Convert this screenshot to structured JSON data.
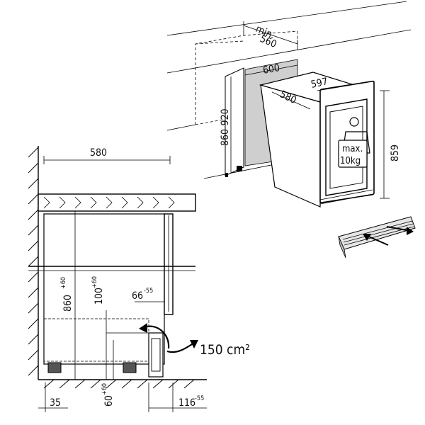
{
  "dimensions": {
    "min_label": "min.",
    "min_depth": "560",
    "niche_width": "600",
    "appliance_width": "597",
    "appliance_depth": "580",
    "niche_height": "860-920",
    "appliance_height": "859",
    "counter_depth": "580",
    "height_860": "860",
    "height_860_tol": "+60",
    "height_100": "100",
    "height_100_tol": "+60",
    "gap_66": "66",
    "gap_66_tol": "-55",
    "height_60": "60",
    "height_60_tol": "+60",
    "offset_35": "35",
    "offset_116": "116",
    "offset_116_tol": "-55",
    "vent_area": "150 cm²"
  },
  "weight_badge": {
    "line1": "max.",
    "line2": "10kg"
  }
}
